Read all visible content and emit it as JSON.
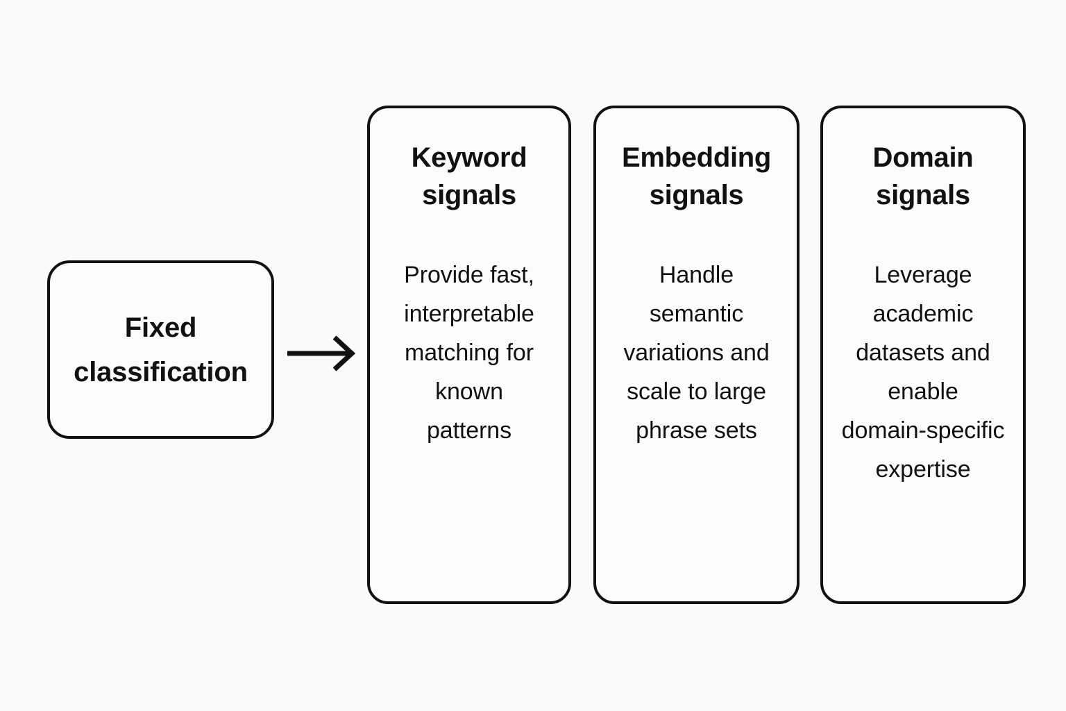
{
  "diagram": {
    "background_color": "#fafafa",
    "stroke_color": "#111111",
    "text_color": "#111111",
    "source": {
      "label": "Fixed\nclassification"
    },
    "connector": {
      "icon": "arrow-right-icon"
    },
    "cards": [
      {
        "title": "Keyword\nsignals",
        "body": "Provide fast,\ninterpretable\nmatching for\nknown\npatterns"
      },
      {
        "title": "Embedding\nsignals",
        "body": "Handle\nsemantic\nvariations and\nscale to large\nphrase sets"
      },
      {
        "title": "Domain\nsignals",
        "body": "Leverage\nacademic\ndatasets and\nenable\ndomain-specific\nexpertise"
      }
    ]
  }
}
